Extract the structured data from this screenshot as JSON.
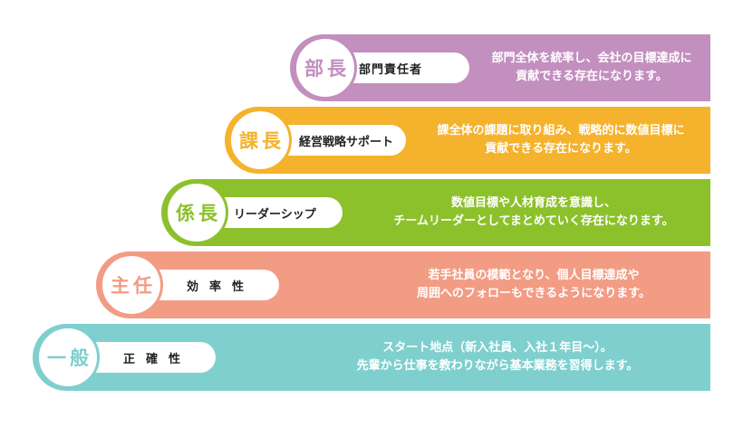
{
  "tiers": [
    {
      "title": "部長",
      "role": "部門責任者",
      "line1": "部門全体を統率し、会社の目標達成に",
      "line2": "貢献できる存在になります。",
      "color": "#c28fbe"
    },
    {
      "title": "課長",
      "role": "経営戦略サポート",
      "line1": "課全体の課題に取り組み、戦略的に数値目標に",
      "line2": "貢献できる存在になります。",
      "color": "#f5b22c"
    },
    {
      "title": "係長",
      "role": "リーダーシップ",
      "line1": "数値目標や人材育成を意識し、",
      "line2": "チームリーダーとしてまとめていく存在になります。",
      "color": "#8cc12c"
    },
    {
      "title": "主任",
      "role": "効率性",
      "line1": "若手社員の模範となり、個人目標達成や",
      "line2": "周囲へのフォローもできるようになります。",
      "color": "#f29c84"
    },
    {
      "title": "一般",
      "role": "正確性",
      "line1": "スタート地点（新入社員、入社１年目〜）。",
      "line2": "先輩から仕事を教わりながら基本業務を習得します。",
      "color": "#7fcfcf"
    }
  ]
}
